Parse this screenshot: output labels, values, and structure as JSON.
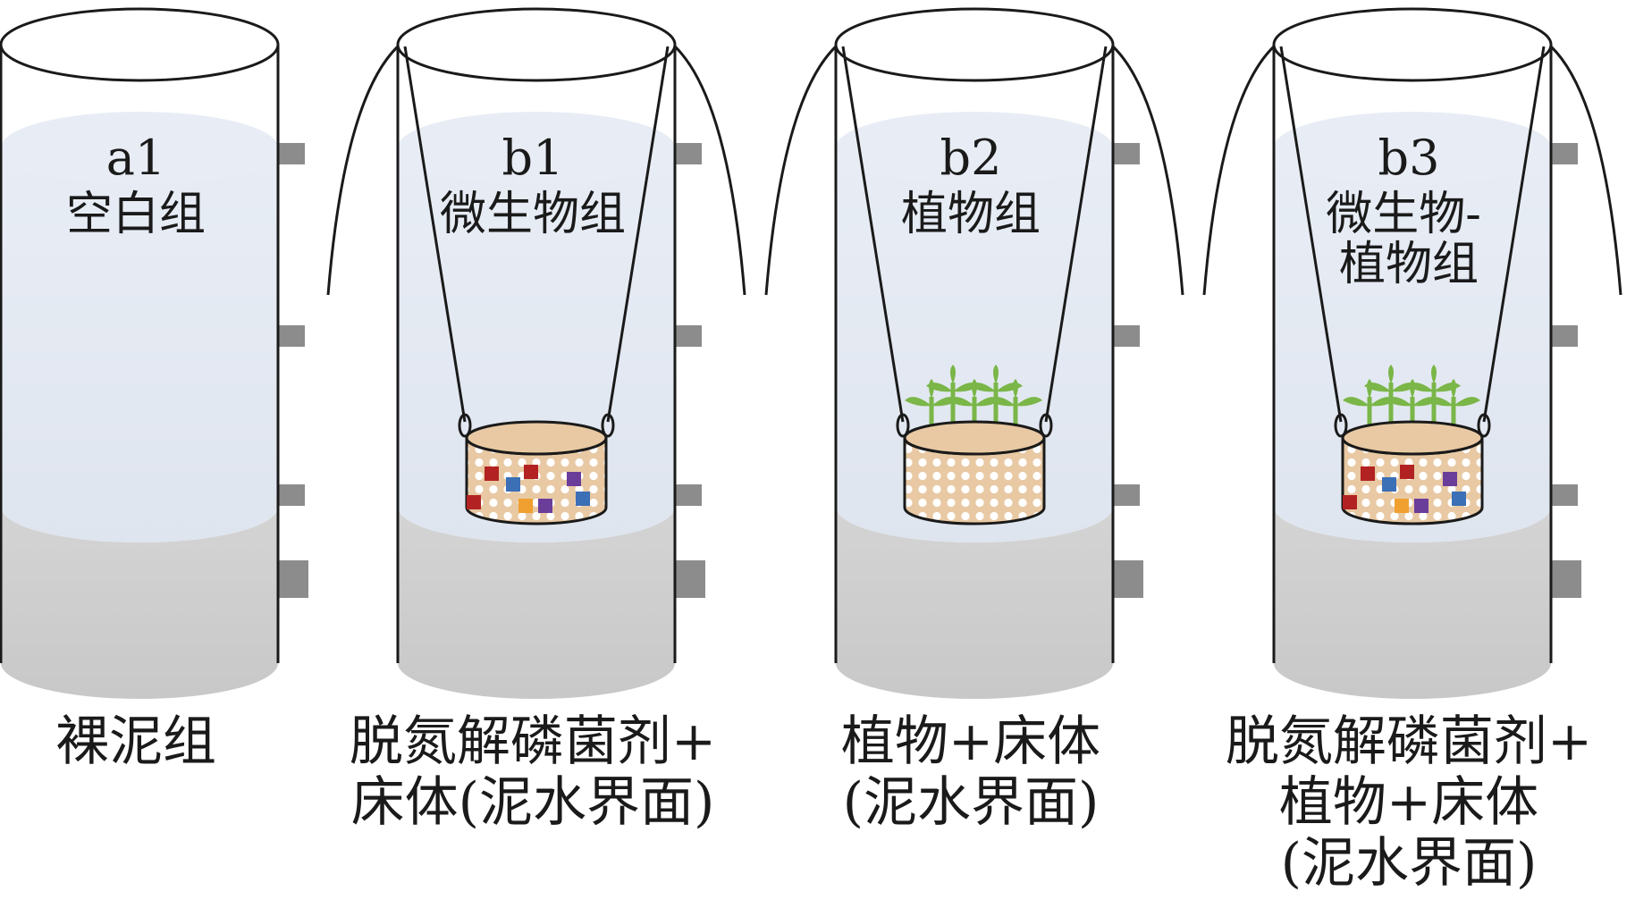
{
  "columns": [
    {
      "code": "a1",
      "name_lines": [
        "空白组"
      ],
      "caption_lines": [
        "裸泥组"
      ],
      "has_basket": false,
      "has_plants": false,
      "has_microbes": false
    },
    {
      "code": "b1",
      "name_lines": [
        "微生物组"
      ],
      "caption_lines": [
        "脱氮解磷菌剂+",
        "床体(泥水界面)"
      ],
      "has_basket": true,
      "has_plants": false,
      "has_microbes": true
    },
    {
      "code": "b2",
      "name_lines": [
        "植物组"
      ],
      "caption_lines": [
        "植物+床体",
        "(泥水界面)"
      ],
      "has_basket": true,
      "has_plants": true,
      "has_microbes": false
    },
    {
      "code": "b3",
      "name_lines": [
        "微生物-",
        "植物组"
      ],
      "caption_lines": [
        "脱氮解磷菌剂+",
        "植物+床体",
        "(泥水界面)"
      ],
      "has_basket": true,
      "has_plants": true,
      "has_microbes": true
    }
  ],
  "colors": {
    "water": "#dfe5ef",
    "water_surface": "#e8edf5",
    "sediment": "#d4d4d4",
    "sediment_bottom": "#c8c8c8",
    "port": "#8c8c8c",
    "outline": "#1a1a1a",
    "basket_fill": "#e8c9a3",
    "basket_holes": "#ffffff",
    "plant": "#7ab648",
    "microbe_red": "#b22222",
    "microbe_blue": "#3b6fb6",
    "microbe_purple": "#6a3d9a",
    "microbe_orange": "#f0a030"
  }
}
